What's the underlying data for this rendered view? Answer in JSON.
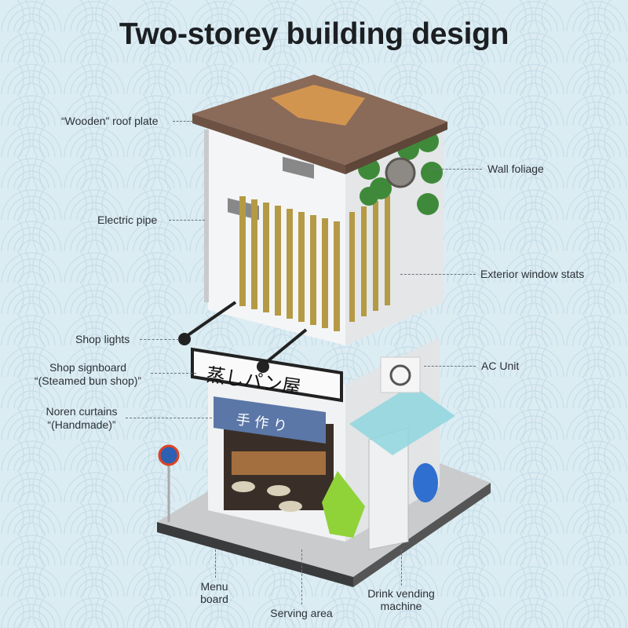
{
  "title": "Two-storey building design",
  "colors": {
    "background": "#dcecf3",
    "roof": "#8a6a58",
    "wall": "#f3f4f5",
    "slats": "#b59a45",
    "foliage": "#3f8a3a",
    "text": "#2b3036"
  },
  "labels": {
    "roof_plate": "“Wooden” roof plate",
    "wall_foliage": "Wall foliage",
    "electric_pipe": "Electric pipe",
    "window_slats": "Exterior window stats",
    "shop_lights": "Shop lights",
    "ac_unit": "AC Unit",
    "signboard_line1": "Shop signboard",
    "signboard_line2": "“(Steamed bun shop)”",
    "noren_line1": "Noren curtains",
    "noren_line2": "“(Handmade)”",
    "menu_line1": "Menu",
    "menu_line2": "board",
    "serving_area": "Serving area",
    "vending_line1": "Drink vending",
    "vending_line2": "machine"
  },
  "signboard_text": "蒸しパン屋",
  "noren_text": "手 作 り"
}
